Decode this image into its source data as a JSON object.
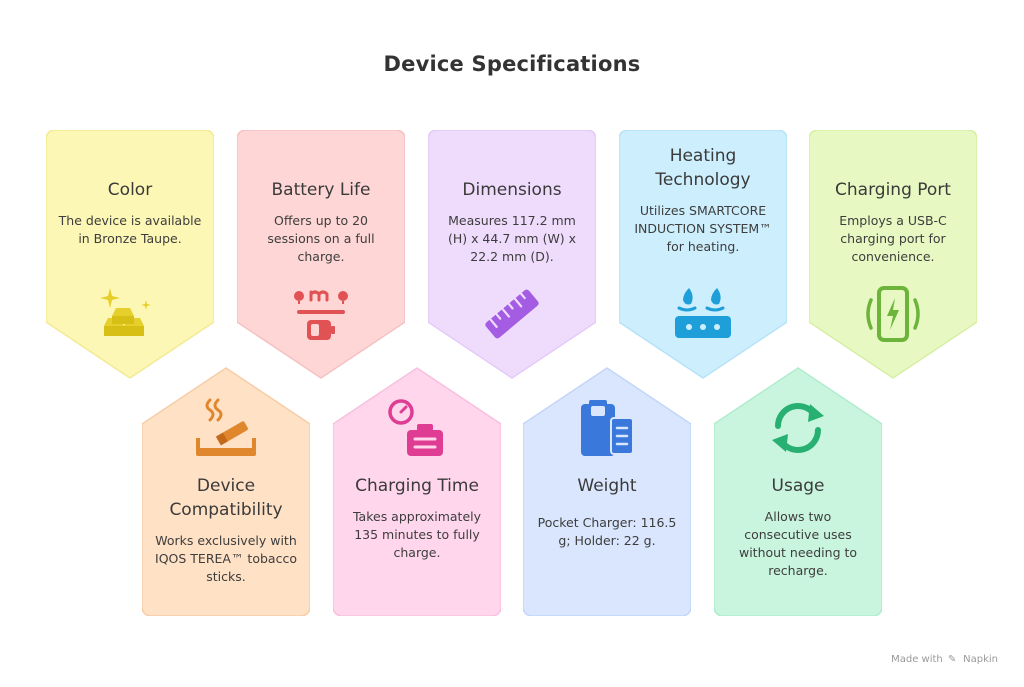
{
  "title": "Device Specifications",
  "cards": [
    {
      "title": "Color",
      "description": "The device is available in Bronze Taupe.",
      "icon": "gold-bars-icon",
      "bg": "#fdf7b6",
      "stroke": "#f2ea93",
      "accent": "#e6cf2a"
    },
    {
      "title": "Battery Life",
      "description": "Offers up to 20 sessions on a full charge.",
      "icon": "battery-sessions-icon",
      "bg": "#ffd6d6",
      "stroke": "#f5c1c1",
      "accent": "#e05254"
    },
    {
      "title": "Dimensions",
      "description": "Measures 117.2 mm (H) x 44.7 mm (W) x 22.2 mm (D).",
      "icon": "ruler-icon",
      "bg": "#efdcfd",
      "stroke": "#e3c9f7",
      "accent": "#a45de2"
    },
    {
      "title": "Heating Technology",
      "description": "Utilizes SMARTCORE INDUCTION SYSTEM™ for heating.",
      "icon": "induction-stove-icon",
      "bg": "#cdeefc",
      "stroke": "#b5e3f7",
      "accent": "#1f9fd9"
    },
    {
      "title": "Charging Port",
      "description": "Employs a USB-C charging port for convenience.",
      "icon": "wireless-charging-icon",
      "bg": "#e7f8c2",
      "stroke": "#d6efa4",
      "accent": "#6cb43a"
    },
    {
      "title": "Device Compatibility",
      "description": "Works exclusively with IQOS TEREA™ tobacco sticks.",
      "icon": "tobacco-stick-icon",
      "bg": "#ffe1c6",
      "stroke": "#f7cda8",
      "accent": "#e0862d"
    },
    {
      "title": "Charging Time",
      "description": "Takes approximately 135 minutes to fully charge.",
      "icon": "charging-timer-icon",
      "bg": "#ffd6ec",
      "stroke": "#f8c0de",
      "accent": "#df3d93"
    },
    {
      "title": "Weight",
      "description": "Pocket Charger: 116.5 g; Holder: 22 g.",
      "icon": "charger-holder-icon",
      "bg": "#d9e6fd",
      "stroke": "#c3d6f9",
      "accent": "#3b78db"
    },
    {
      "title": "Usage",
      "description": "Allows two consecutive uses without needing to recharge.",
      "icon": "refresh-cycle-icon",
      "bg": "#c9f5df",
      "stroke": "#b0ecce",
      "accent": "#27b072"
    }
  ],
  "footer": {
    "made_with": "Made with",
    "brand": "Napkin"
  }
}
